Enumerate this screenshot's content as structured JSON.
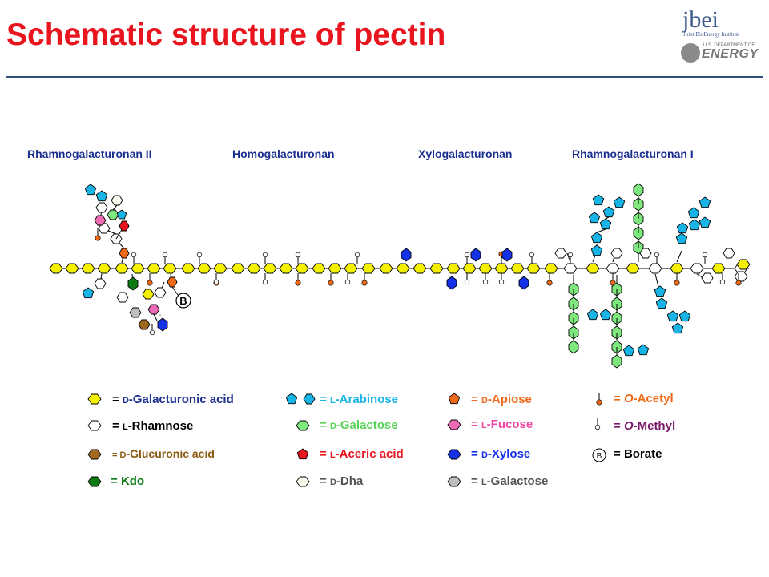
{
  "header": {
    "title": "Schematic structure of pectin",
    "logo_jbei": "jbei",
    "logo_jbei_sub": "Joint BioEnergy Institute",
    "logo_doe_small": "U.S. DEPARTMENT OF",
    "logo_doe_big": "ENERGY"
  },
  "regions": [
    "Rhamnogalacturonan II",
    "Homogalacturonan",
    "Xylogalacturonan",
    "Rhamnogalacturonan I"
  ],
  "colors": {
    "galacturonic": "#f5f000",
    "rhamnose": "#ffffff",
    "glucuronic": "#a0691e",
    "kdo": "#0d7a14",
    "arabinose": "#18b4e6",
    "galactose": "#7ee87e",
    "aceric": "#e8141e",
    "dha": "#fafaeb",
    "apiose": "#ee6a1a",
    "fucose": "#ee6ab4",
    "xylose": "#1431e6",
    "l_galactose": "#bebebe"
  },
  "borate_label": "B",
  "legend": {
    "galacturonic": {
      "eq": "= ",
      "prefix": "D",
      "name": "-Galacturonic acid",
      "color": "#1b2f8f"
    },
    "rhamnose": {
      "eq": "= ",
      "prefix": "L",
      "name": "-Rhamnose",
      "color": "#000000"
    },
    "glucuronic": {
      "eq": "= ",
      "prefix": "D",
      "name": "-Glucuronic acid",
      "color": "#8a5a12"
    },
    "kdo": {
      "eq": "= ",
      "prefix": "",
      "name": "Kdo",
      "color": "#0d7a14"
    },
    "arabinose": {
      "eq": "= ",
      "prefix": "L",
      "name": "-Arabinose",
      "color": "#18b4e6"
    },
    "galactose": {
      "eq": "= ",
      "prefix": "D",
      "name": "-Galactose",
      "color": "#5ad25a"
    },
    "aceric": {
      "eq": "= ",
      "prefix": "L",
      "name": "-Aceric acid",
      "color": "#e8141e"
    },
    "dha": {
      "eq": "= ",
      "prefix": "D",
      "name": "-Dha",
      "color": "#555555"
    },
    "apiose": {
      "eq": "= ",
      "prefix": "D",
      "name": "-Apiose",
      "color": "#ee6a1a"
    },
    "fucose": {
      "eq": "= ",
      "prefix": "L",
      "name": "-Fucose",
      "color": "#ee4aa4"
    },
    "xylose": {
      "eq": "= ",
      "prefix": "D",
      "name": "-Xylose",
      "color": "#1431e6"
    },
    "l_galactose": {
      "eq": "= ",
      "prefix": "L",
      "name": "-Galactose",
      "color": "#555555"
    },
    "acetyl": {
      "eq": "= ",
      "prefix": "O",
      "name": "-Acetyl",
      "color": "#ee6a1a"
    },
    "methyl": {
      "eq": "= ",
      "prefix": "O",
      "name": "-Methyl",
      "color": "#7a1a6a"
    },
    "borate": {
      "eq": "= ",
      "prefix": "",
      "name": " Borate",
      "color": "#000000"
    }
  }
}
